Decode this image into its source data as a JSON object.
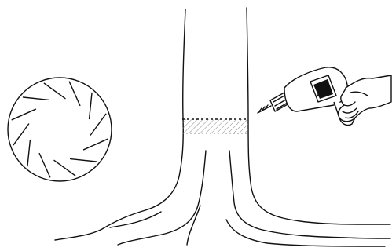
{
  "figure": {
    "description_free": true,
    "elements": [
      "tree-trunk",
      "drill-band",
      "cross-section",
      "power-drill"
    ]
  },
  "icons": {
    "drill": "power-drill-icon",
    "hand": "hand-icon",
    "cross_section": "trunk-cross-section-icon"
  },
  "colors": {
    "ink": "#111111",
    "band_hatch": "#888888",
    "background": "#ffffff"
  }
}
